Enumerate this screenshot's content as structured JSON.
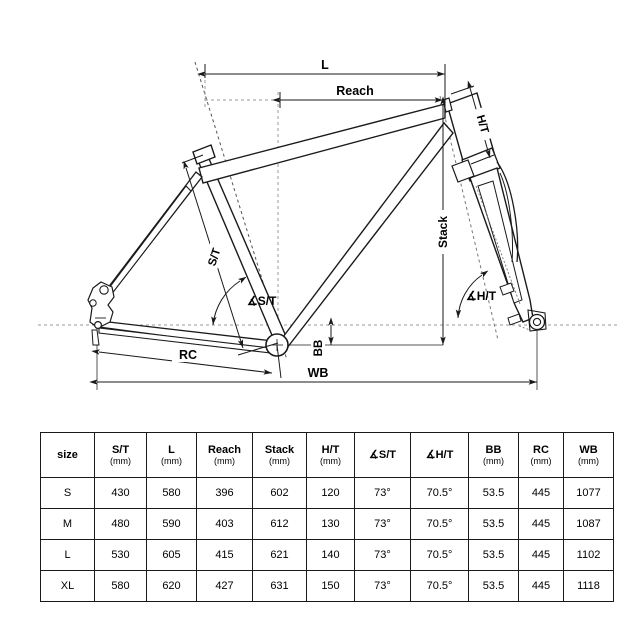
{
  "diagram": {
    "title": "bicycle-frame-geometry-diagram",
    "labels": {
      "length": "L",
      "reach": "Reach",
      "head_tube": "H/T",
      "stack": "Stack",
      "seat_tube": "S/T",
      "seat_tube_angle": "∡S/T",
      "head_tube_angle": "∡H/T",
      "bottom_bracket_drop": "BB",
      "rear_center": "RC",
      "wheelbase": "WB"
    },
    "colors": {
      "line": "#1a1a1a",
      "dimension": "#333333",
      "centerline": "#999999",
      "background": "#ffffff"
    }
  },
  "table": {
    "columns": [
      {
        "label": "size",
        "unit": ""
      },
      {
        "label": "S/T",
        "unit": "(mm)"
      },
      {
        "label": "L",
        "unit": "(mm)"
      },
      {
        "label": "Reach",
        "unit": "(mm)"
      },
      {
        "label": "Stack",
        "unit": "(mm)"
      },
      {
        "label": "H/T",
        "unit": "(mm)"
      },
      {
        "label": "∡S/T",
        "unit": ""
      },
      {
        "label": "∡H/T",
        "unit": ""
      },
      {
        "label": "BB",
        "unit": "(mm)"
      },
      {
        "label": "RC",
        "unit": "(mm)"
      },
      {
        "label": "WB",
        "unit": "(mm)"
      }
    ],
    "rows": [
      {
        "size": "S",
        "st": "430",
        "l": "580",
        "reach": "396",
        "stack": "602",
        "ht": "120",
        "st_angle": "73°",
        "ht_angle": "70.5°",
        "bb": "53.5",
        "rc": "445",
        "wb": "1077"
      },
      {
        "size": "M",
        "st": "480",
        "l": "590",
        "reach": "403",
        "stack": "612",
        "ht": "130",
        "st_angle": "73°",
        "ht_angle": "70.5°",
        "bb": "53.5",
        "rc": "445",
        "wb": "1087"
      },
      {
        "size": "L",
        "st": "530",
        "l": "605",
        "reach": "415",
        "stack": "621",
        "ht": "140",
        "st_angle": "73°",
        "ht_angle": "70.5°",
        "bb": "53.5",
        "rc": "445",
        "wb": "1102"
      },
      {
        "size": "XL",
        "st": "580",
        "l": "620",
        "reach": "427",
        "stack": "631",
        "ht": "150",
        "st_angle": "73°",
        "ht_angle": "70.5°",
        "bb": "53.5",
        "rc": "445",
        "wb": "1118"
      }
    ]
  }
}
